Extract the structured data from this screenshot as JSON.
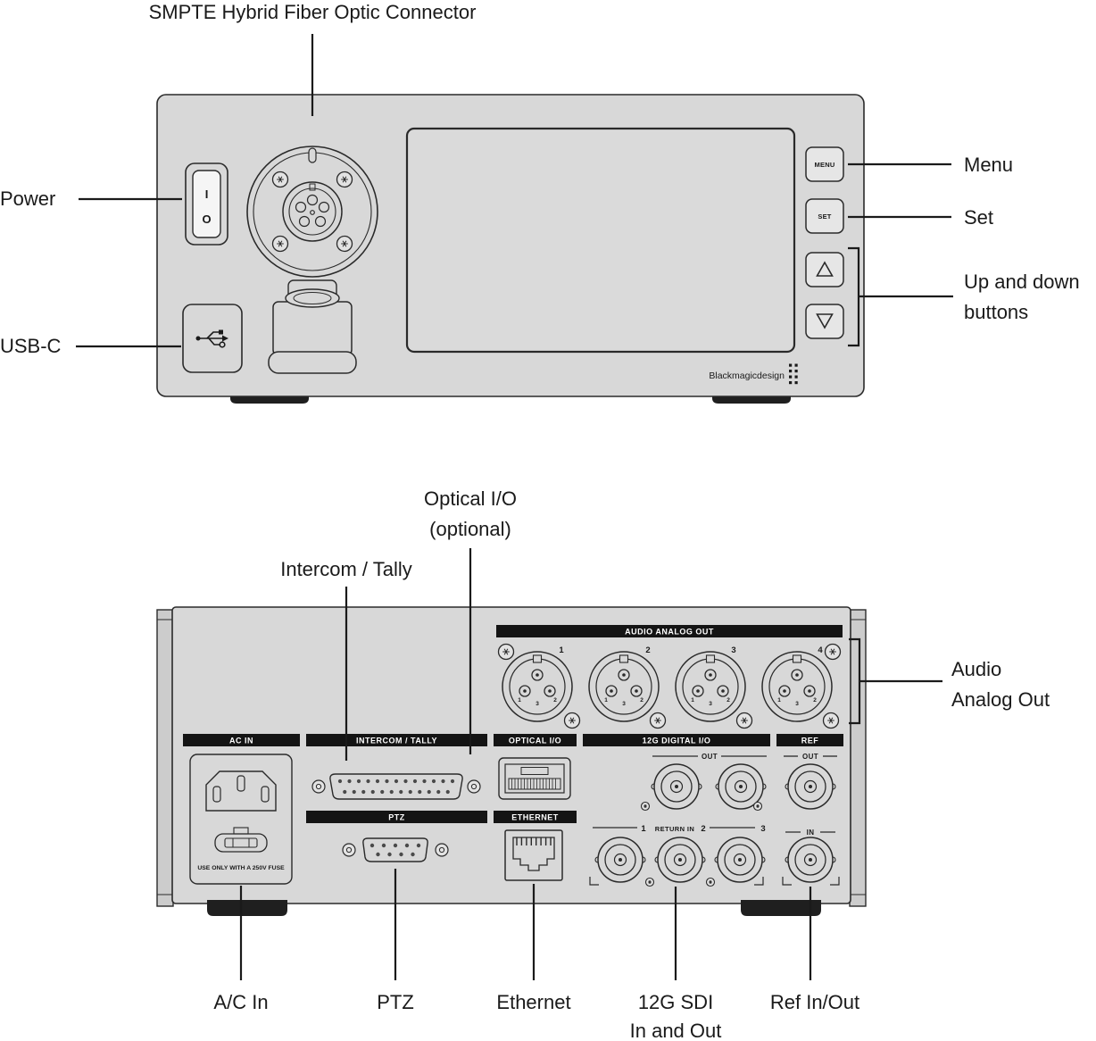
{
  "front": {
    "callouts": {
      "smpte": "SMPTE Hybrid Fiber Optic Connector",
      "power": "Power",
      "usb": "USB-C",
      "menu": "Menu",
      "set": "Set",
      "updown1": "Up and down",
      "updown2": "buttons"
    },
    "switch": {
      "on": "I",
      "off": "O"
    },
    "buttons": {
      "menu": "MENU",
      "set": "SET"
    },
    "brand": "Blackmagicdesign"
  },
  "rear": {
    "callouts": {
      "optical1": "Optical I/O",
      "optical2": "(optional)",
      "intercom": "Intercom / Tally",
      "audio1": "Audio",
      "audio2": "Analog Out",
      "ac": "A/C In",
      "ptz": "PTZ",
      "ethernet": "Ethernet",
      "sdi1": "12G SDI",
      "sdi2": "In and Out",
      "ref": "Ref In/Out"
    },
    "headers": {
      "audio": "AUDIO ANALOG OUT",
      "ac": "AC IN",
      "intercom": "INTERCOM / TALLY",
      "optical": "OPTICAL I/O",
      "sdi": "12G DIGITAL I/O",
      "ref": "REF",
      "ptz": "PTZ",
      "ethernet": "ETHERNET"
    },
    "labels": {
      "out": "OUT",
      "return_in": "RETURN IN",
      "in": "IN",
      "fuse": "USE ONLY WITH A 250V FUSE"
    },
    "xlr_numbers": [
      "1",
      "2",
      "3",
      "4"
    ],
    "return_numbers": [
      "1",
      "2",
      "3"
    ],
    "pin_labels": [
      "1",
      "3",
      "2"
    ]
  },
  "colors": {
    "panel": "#d8d8d8",
    "outline": "#2a2a2a",
    "header_bar": "#141414",
    "callout_line": "#1a1a1a"
  }
}
